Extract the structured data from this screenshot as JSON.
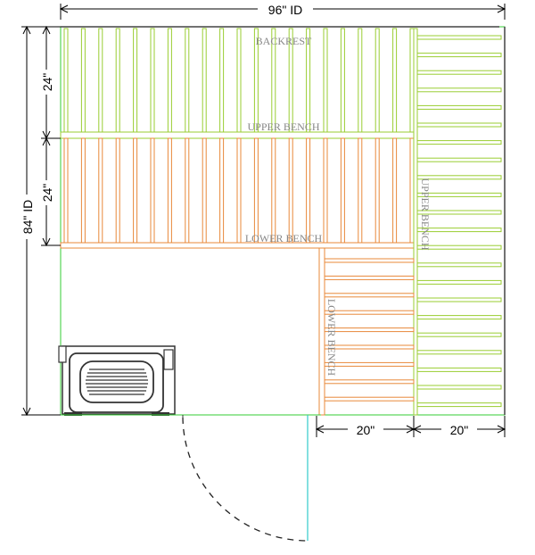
{
  "drawing": {
    "title": "Sauna floor plan",
    "colors": {
      "upper_slat": "#9acd32",
      "lower_slat": "#e8893a",
      "wall": "#33cc33",
      "door": "#33cccc",
      "dim": "#000000",
      "label": "#888888"
    }
  },
  "dimensions": {
    "width": "96\" ID",
    "depth": "84\" ID",
    "backrest_height": "24\"",
    "bench_step": "24\"",
    "lower_bench_depth": "20\"",
    "upper_bench_depth": "20\""
  },
  "labels": {
    "backrest": "BACKREST",
    "upper_bench_top": "UPPER BENCH",
    "lower_bench_top": "LOWER BENCH",
    "upper_bench_side": "UPPER BENCH",
    "lower_bench_side": "LOWER BENCH"
  },
  "components": {
    "heater": "heater-icon",
    "door": "door-swing-icon"
  }
}
